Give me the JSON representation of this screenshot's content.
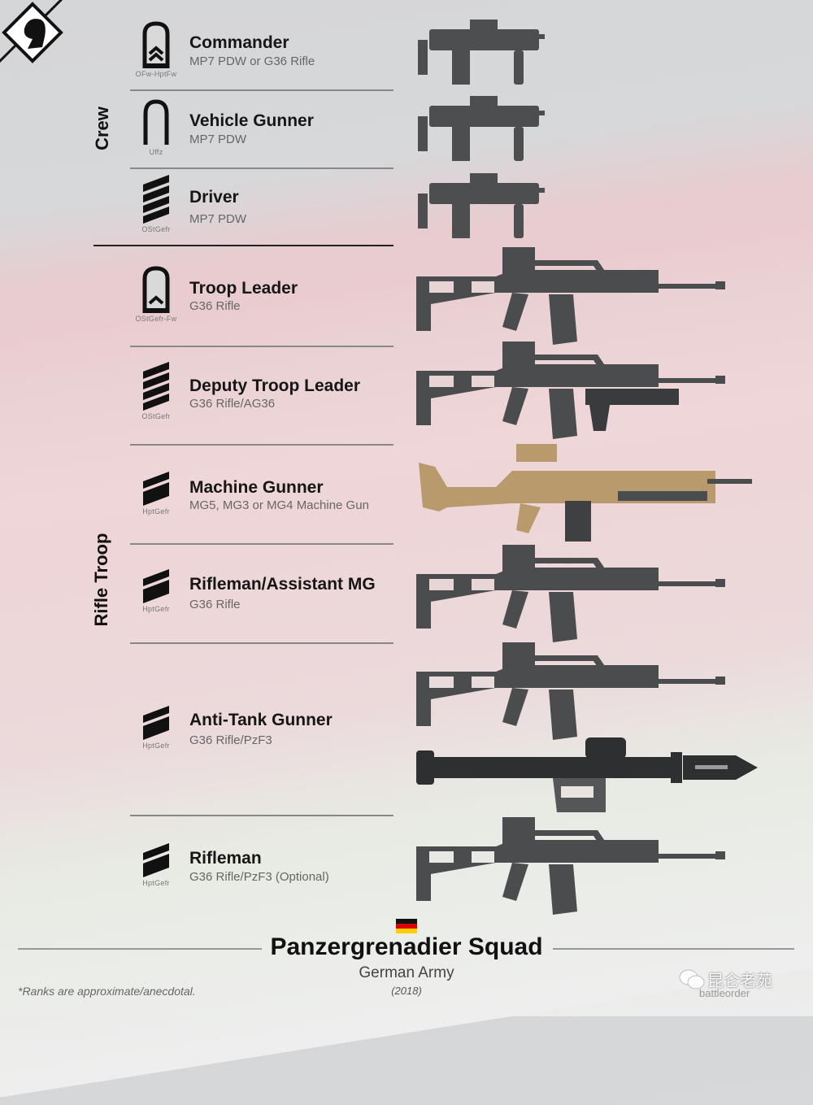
{
  "header": {
    "logo_icon": "knight-chess-piece-diamond-logo"
  },
  "sections": [
    {
      "label": "Crew"
    },
    {
      "label": "Rifle Troop"
    }
  ],
  "roles": [
    {
      "title": "Commander",
      "weapon": "MP7 PDW or G36 Rifle",
      "rank": "OFw-HptFw",
      "rank_icon": "shoulder-board-double-chevron",
      "weapon_icon": [
        "mp7-pdw"
      ]
    },
    {
      "title": "Vehicle Gunner",
      "weapon": "MP7 PDW",
      "rank": "Uffz",
      "rank_icon": "shoulder-board-open-loop",
      "weapon_icon": [
        "mp7-pdw"
      ]
    },
    {
      "title": "Driver",
      "weapon": "MP7 PDW",
      "rank": "OStGefr",
      "rank_icon": "four-stripes",
      "weapon_icon": [
        "mp7-pdw"
      ]
    },
    {
      "title": "Troop Leader",
      "weapon": "G36 Rifle",
      "rank": "OStGefr-Fw",
      "rank_icon": "shoulder-board-single-chevron",
      "weapon_icon": [
        "g36-rifle"
      ]
    },
    {
      "title": "Deputy Troop Leader",
      "weapon": "G36 Rifle/AG36",
      "rank": "OStGefr",
      "rank_icon": "four-stripes",
      "weapon_icon": [
        "g36-rifle-ag36"
      ]
    },
    {
      "title": "Machine Gunner",
      "weapon": "MG5, MG3 or MG4 Machine Gun",
      "rank": "HptGefr",
      "rank_icon": "three-stripes",
      "weapon_icon": [
        "mg5-machine-gun"
      ]
    },
    {
      "title": "Rifleman/Assistant MG",
      "weapon": "G36 Rifle",
      "rank": "HptGefr",
      "rank_icon": "three-stripes",
      "weapon_icon": [
        "g36-rifle"
      ]
    },
    {
      "title": "Anti-Tank Gunner",
      "weapon": "G36 Rifle/PzF3",
      "rank": "HptGefr",
      "rank_icon": "three-stripes",
      "weapon_icon": [
        "g36-rifle",
        "pzf3-launcher"
      ]
    },
    {
      "title": "Rifleman",
      "weapon": "G36 Rifle/PzF3 (Optional)",
      "rank": "HptGefr",
      "rank_icon": "three-stripes",
      "weapon_icon": [
        "g36-rifle"
      ]
    }
  ],
  "footer": {
    "flag_icon": "germany-flag",
    "title": "Panzergrenadier Squad",
    "subtitle": "German Army",
    "year": "(2018)",
    "footnote": "*Ranks are approximate/anecdotal.",
    "watermark": "昆仑老苑",
    "watermark_sub": "battleorder"
  },
  "colors": {
    "text_primary": "#161616",
    "text_secondary": "#666666",
    "weapon_gray": "#4a4b4d",
    "mg_tan": "#b89a6c",
    "flag": [
      "#000000",
      "#dd0000",
      "#ffce00"
    ]
  }
}
